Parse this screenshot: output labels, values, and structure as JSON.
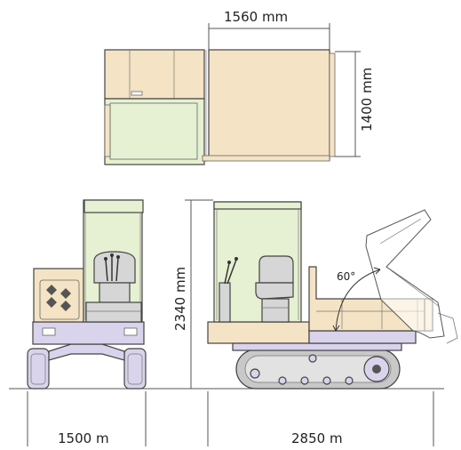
{
  "dimensions": {
    "top_width": "1560 mm",
    "top_depth": "1400 mm",
    "overall_height": "2340 mm",
    "track_width": "1500 m",
    "overall_length": "2850 m"
  },
  "tilt_angle": "60°",
  "colors": {
    "body_beige": "#f4e3c4",
    "cab_green": "#e6f0d2",
    "undercarriage_lavender": "#d9d3ec",
    "track_gray": "#c8c8c8",
    "outline": "#555555"
  }
}
